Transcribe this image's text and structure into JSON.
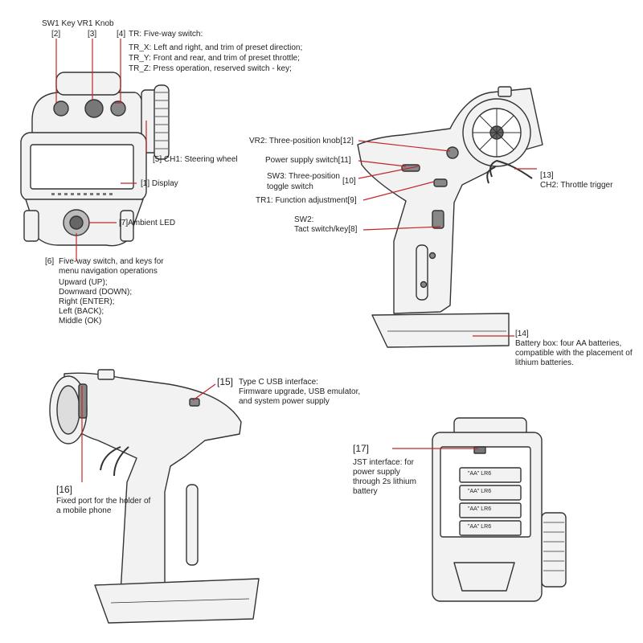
{
  "colors": {
    "line": "#c1272d",
    "outline": "#333333",
    "fill": "#f2f2f2"
  },
  "icons": [
    "transmitter-front-view",
    "transmitter-side-view",
    "transmitter-left-side-view",
    "transmitter-battery-bay-view"
  ],
  "labels": {
    "sw1_key": "SW1 Key",
    "vr1_knob": "VR1 Knob",
    "n2": "[2]",
    "n3": "[3]",
    "n4": "[4]",
    "tr_title": "TR: Five-way switch:",
    "tr_x": "TR_X: Left and right, and trim of preset direction;",
    "tr_y": "TR_Y: Front and rear, and trim of preset throttle;",
    "tr_z": "TR_Z: Press operation, reserved switch - key;",
    "ch1": "[5] CH1: Steering wheel",
    "display": "[1] Display",
    "ambient": "[7]Ambient LED",
    "n6": "[6]",
    "five_way_title": "Five-way switch, and keys for menu navigation operations",
    "up": "Upward (UP);",
    "down": "Downward (DOWN);",
    "right": "Right (ENTER);",
    "left": "Left (BACK);",
    "middle": "Middle (OK)",
    "vr2": "VR2: Three-position knob[12]",
    "power": "Power supply switch[11]",
    "sw3": "SW3: Three-position",
    "sw3_n": "[10]",
    "sw3_b": "toggle switch",
    "tr1": "TR1: Function adjustment[9]",
    "sw2": "SW2:",
    "tact": "Tact switch/key[8]",
    "n13": "[13]",
    "ch2": "CH2: Throttle trigger",
    "n14": "[14]",
    "battery": "Battery box: four AA batteries, compatible with the placement of lithium batteries.",
    "n15": "[15]",
    "usb_title": "Type C USB interface:",
    "usb_desc": "Firmware upgrade, USB emulator, and system power supply",
    "n16": "[16]",
    "phone": "Fixed port for the holder of a mobile phone",
    "n17": "[17]",
    "jst": "JST interface: for power supply through 2s lithium battery",
    "cell": "\"AA\" LR6"
  }
}
